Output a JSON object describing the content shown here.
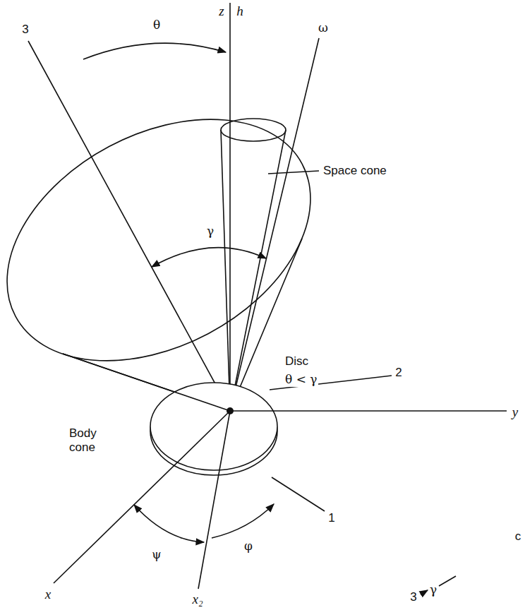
{
  "diagram": {
    "labels": [
      "z",
      "h",
      "3",
      "θ",
      "ω",
      "Space cone",
      "γ",
      "Disc",
      "θ < γ",
      "Body cone",
      "2",
      "y",
      "ψ",
      "φ",
      "1",
      "x",
      "x₂",
      "3",
      "γ",
      "c"
    ]
  }
}
